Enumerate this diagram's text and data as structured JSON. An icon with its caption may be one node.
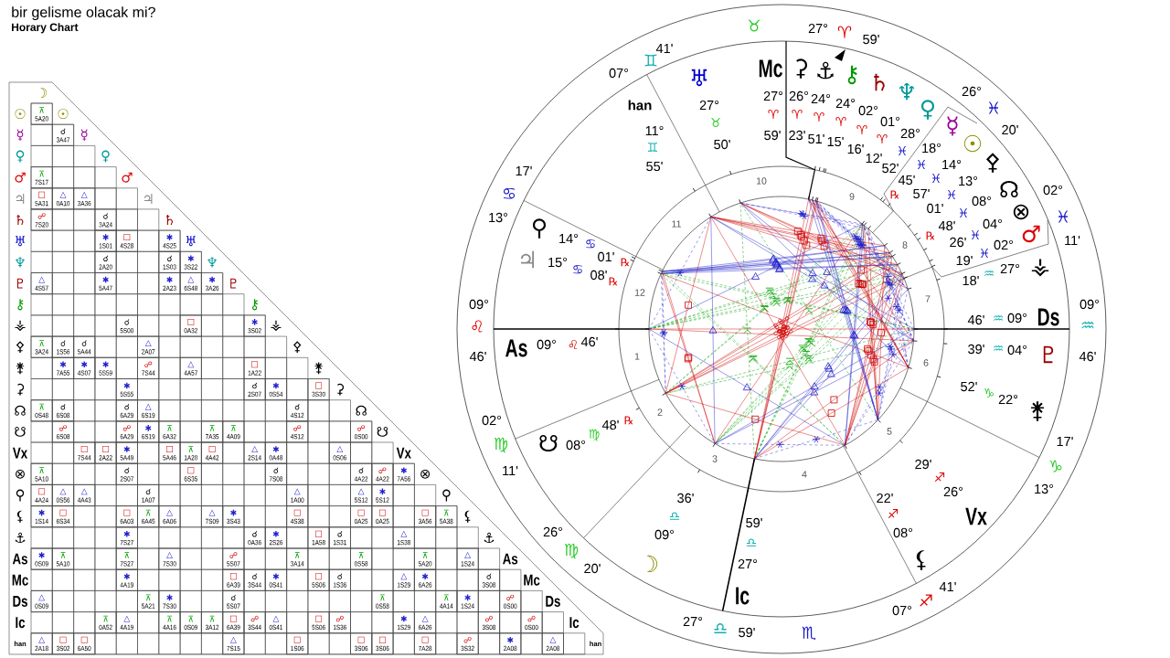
{
  "diagram": {
    "title": "bir gelisme olacak mi?",
    "labels": [
      "Horary Chart",
      "☽",
      "☉",
      "⊼",
      "5A20",
      "☉",
      "☿",
      "☌",
      "3A47",
      "☿",
      "♀",
      "♀",
      "♂",
      "⊼",
      "7S17",
      "♂",
      "♃",
      "□",
      "5A31",
      "△",
      "0A10",
      "△",
      "3A36",
      "♃",
      "♄",
      "☍",
      "7S20",
      "☌",
      "3A24",
      "♄",
      "♅",
      "✱",
      "1S01",
      "□",
      "4S28",
      "✱",
      "4S25",
      "♅",
      "♆",
      "☌",
      "2A20",
      "☌",
      "1S03",
      "✱",
      "3S22",
      "♆",
      "♇",
      "△",
      "4S57",
      "✱",
      "5A47",
      "✱",
      "2A23",
      "△",
      "6S48",
      "✱",
      "3A26",
      "♇",
      "⚷",
      "⚷",
      "⚶",
      "☌",
      "5S00",
      "□",
      "0A32",
      "✱",
      "3S02",
      "⚶",
      "⚴",
      "⊼",
      "3A24",
      "☌",
      "1S56",
      "☌",
      "5A44",
      "△",
      "2A07",
      "⚴",
      "⚵",
      "✱",
      "7A55",
      "✱",
      "4S07",
      "✱",
      "5S59",
      "☍",
      "7S44",
      "△",
      "4A57",
      "□",
      "1A22",
      "⚵",
      "⚳",
      "✱",
      "5S55",
      "☌",
      "2S07",
      "✱",
      "0S54",
      "□",
      "3S30",
      "⚳",
      "☊",
      "⊼",
      "0S48",
      "☌",
      "6S08",
      "☌",
      "6A29",
      "△",
      "6S19",
      "☌",
      "4S12",
      "☊",
      "☋",
      "☍",
      "6S08",
      "☍",
      "6A29",
      "✱",
      "6S19",
      "⊼",
      "6A32",
      "⊼",
      "7A35",
      "⊼",
      "4A09",
      "☍",
      "4S12",
      "☍",
      "0S00",
      "☋",
      "Vx",
      "□",
      "7S44",
      "□",
      "2A22",
      "✱",
      "5A49",
      "□",
      "5A46",
      "⊼",
      "1A20",
      "□",
      "4A42",
      "△",
      "2S14",
      "✱",
      "0A48",
      "△",
      "0S06",
      "Vx",
      "⊗",
      "⊼",
      "5A10",
      "☌",
      "2S07",
      "□",
      "6S35",
      "☌",
      "7S08",
      "☌",
      "4A22",
      "☍",
      "4A22",
      "✱",
      "7A56",
      "⊗",
      "⚲",
      "□",
      "4A24",
      "△",
      "0S56",
      "△",
      "4A43",
      "☌",
      "1A07",
      "△",
      "1A00",
      "△",
      "5S12",
      "✱",
      "5S12",
      "⚲",
      "⚸",
      "✱",
      "1S14",
      "□",
      "6S34",
      "□",
      "6A03",
      "⊼",
      "6A45",
      "△",
      "6A06",
      "△",
      "7S09",
      "✱",
      "3S43",
      "□",
      "4S38",
      "□",
      "0A25",
      "□",
      "0A25",
      "□",
      "3A56",
      "⊼",
      "5A38",
      "⚸",
      "⚓",
      "✱",
      "7S27",
      "☌",
      "0A36",
      "✱",
      "2S26",
      "□",
      "1A58",
      "☌",
      "1S31",
      "△",
      "1S38",
      "⚓",
      "As",
      "✱",
      "0S09",
      "⊼",
      "5A10",
      "⊼",
      "7S27",
      "△",
      "7S30",
      "☍",
      "5S07",
      "⊼",
      "3A14",
      "⊼",
      "0S58",
      "⊼",
      "5A20",
      "△",
      "1S24",
      "As",
      "Mc",
      "✱",
      "4A19",
      "□",
      "6A39",
      "☌",
      "3S44",
      "✱",
      "0S41",
      "□",
      "5S06",
      "☌",
      "1S36",
      "△",
      "1S29",
      "✱",
      "6A26",
      "☌",
      "3S08",
      "Mc",
      "Ds",
      "△",
      "0S09",
      "⊼",
      "5A21",
      "✱",
      "7S30",
      "☌",
      "5S07",
      "⊼",
      "0S58",
      "⊼",
      "4A14",
      "✱",
      "1S24",
      "☍",
      "0S00",
      "Ds",
      "Ic",
      "⊼",
      "0A52",
      "△",
      "4A19",
      "⊼",
      "4A16",
      "⊼",
      "0S09",
      "⊼",
      "3A12",
      "□",
      "6A39",
      "☍",
      "3S44",
      "△",
      "0S41",
      "□",
      "5S06",
      "☍",
      "1S36",
      "✱",
      "1S29",
      "△",
      "6A26",
      "☍",
      "3S08",
      "☍",
      "0S00",
      "Ic",
      "han",
      "△",
      "2A18",
      "□",
      "3S02",
      "□",
      "6A50",
      "△",
      "7S15",
      "□",
      "1S06",
      "□",
      "3S06",
      "□",
      "3S06",
      "□",
      "7A28",
      "☍",
      "3S32",
      "✱",
      "2A08",
      "△",
      "2A08",
      "han",
      "♉",
      "27°",
      "♈",
      "59'",
      "07°",
      "♊",
      "41'",
      "♅",
      "Mc",
      "⚳",
      "⚓",
      "⚷",
      "♄",
      "♆",
      "♀",
      "26°",
      "♓",
      "20'",
      "han",
      "27°",
      "♉",
      "50'",
      "11°",
      "♊",
      "55'",
      "27°",
      "♈",
      "59'",
      "26°",
      "♈",
      "23'",
      "24°",
      "♈",
      "51'",
      "24°",
      "♈",
      "15'",
      "02°",
      "♈",
      "16'",
      "01°",
      "♈",
      "12'",
      "28°",
      "♓",
      "52'",
      "☿",
      "18°",
      "♓",
      "45'",
      "℞",
      "☉",
      "14°",
      "♓",
      "57'",
      "⚴",
      "13°",
      "♓",
      "01'",
      "☊",
      "08°",
      "♓",
      "48'",
      "℞",
      "02°",
      "♓",
      "11'",
      "⊗",
      "04°",
      "♓",
      "26'",
      "♂",
      "02°",
      "♓",
      "19'",
      "⚶",
      "27°",
      "♒",
      "18'",
      "17'",
      "♋",
      "13°",
      "⚲",
      "14°",
      "♋",
      "01'",
      "℞",
      "♃",
      "15°",
      "♋",
      "08'",
      "℞",
      "10",
      "9",
      "11",
      "8",
      "12",
      "7",
      "1",
      "6",
      "2",
      "5",
      "3",
      "4",
      "09°",
      "♌",
      "46'",
      "As",
      "09°",
      "♌",
      "46'",
      "46'",
      "♒",
      "09°",
      "Ds",
      "09°",
      "♒",
      "46'",
      "39'",
      "♒",
      "04°",
      "♇",
      "52'",
      "♑",
      "22°",
      "⚵",
      "02°",
      "♍",
      "11'",
      "☋",
      "08°",
      "♍",
      "48'",
      "℞",
      "17'",
      "♑",
      "13°",
      "29'",
      "♐",
      "26°",
      "Vx",
      "36'",
      "♎",
      "09°",
      "☽",
      "22'",
      "♐",
      "08°",
      "⚸",
      "59'",
      "♎",
      "27°",
      "Ic",
      "26°",
      "♍",
      "20'",
      "41'",
      "♐",
      "07°",
      "27°",
      "♎",
      "59'",
      "♏"
    ]
  }
}
